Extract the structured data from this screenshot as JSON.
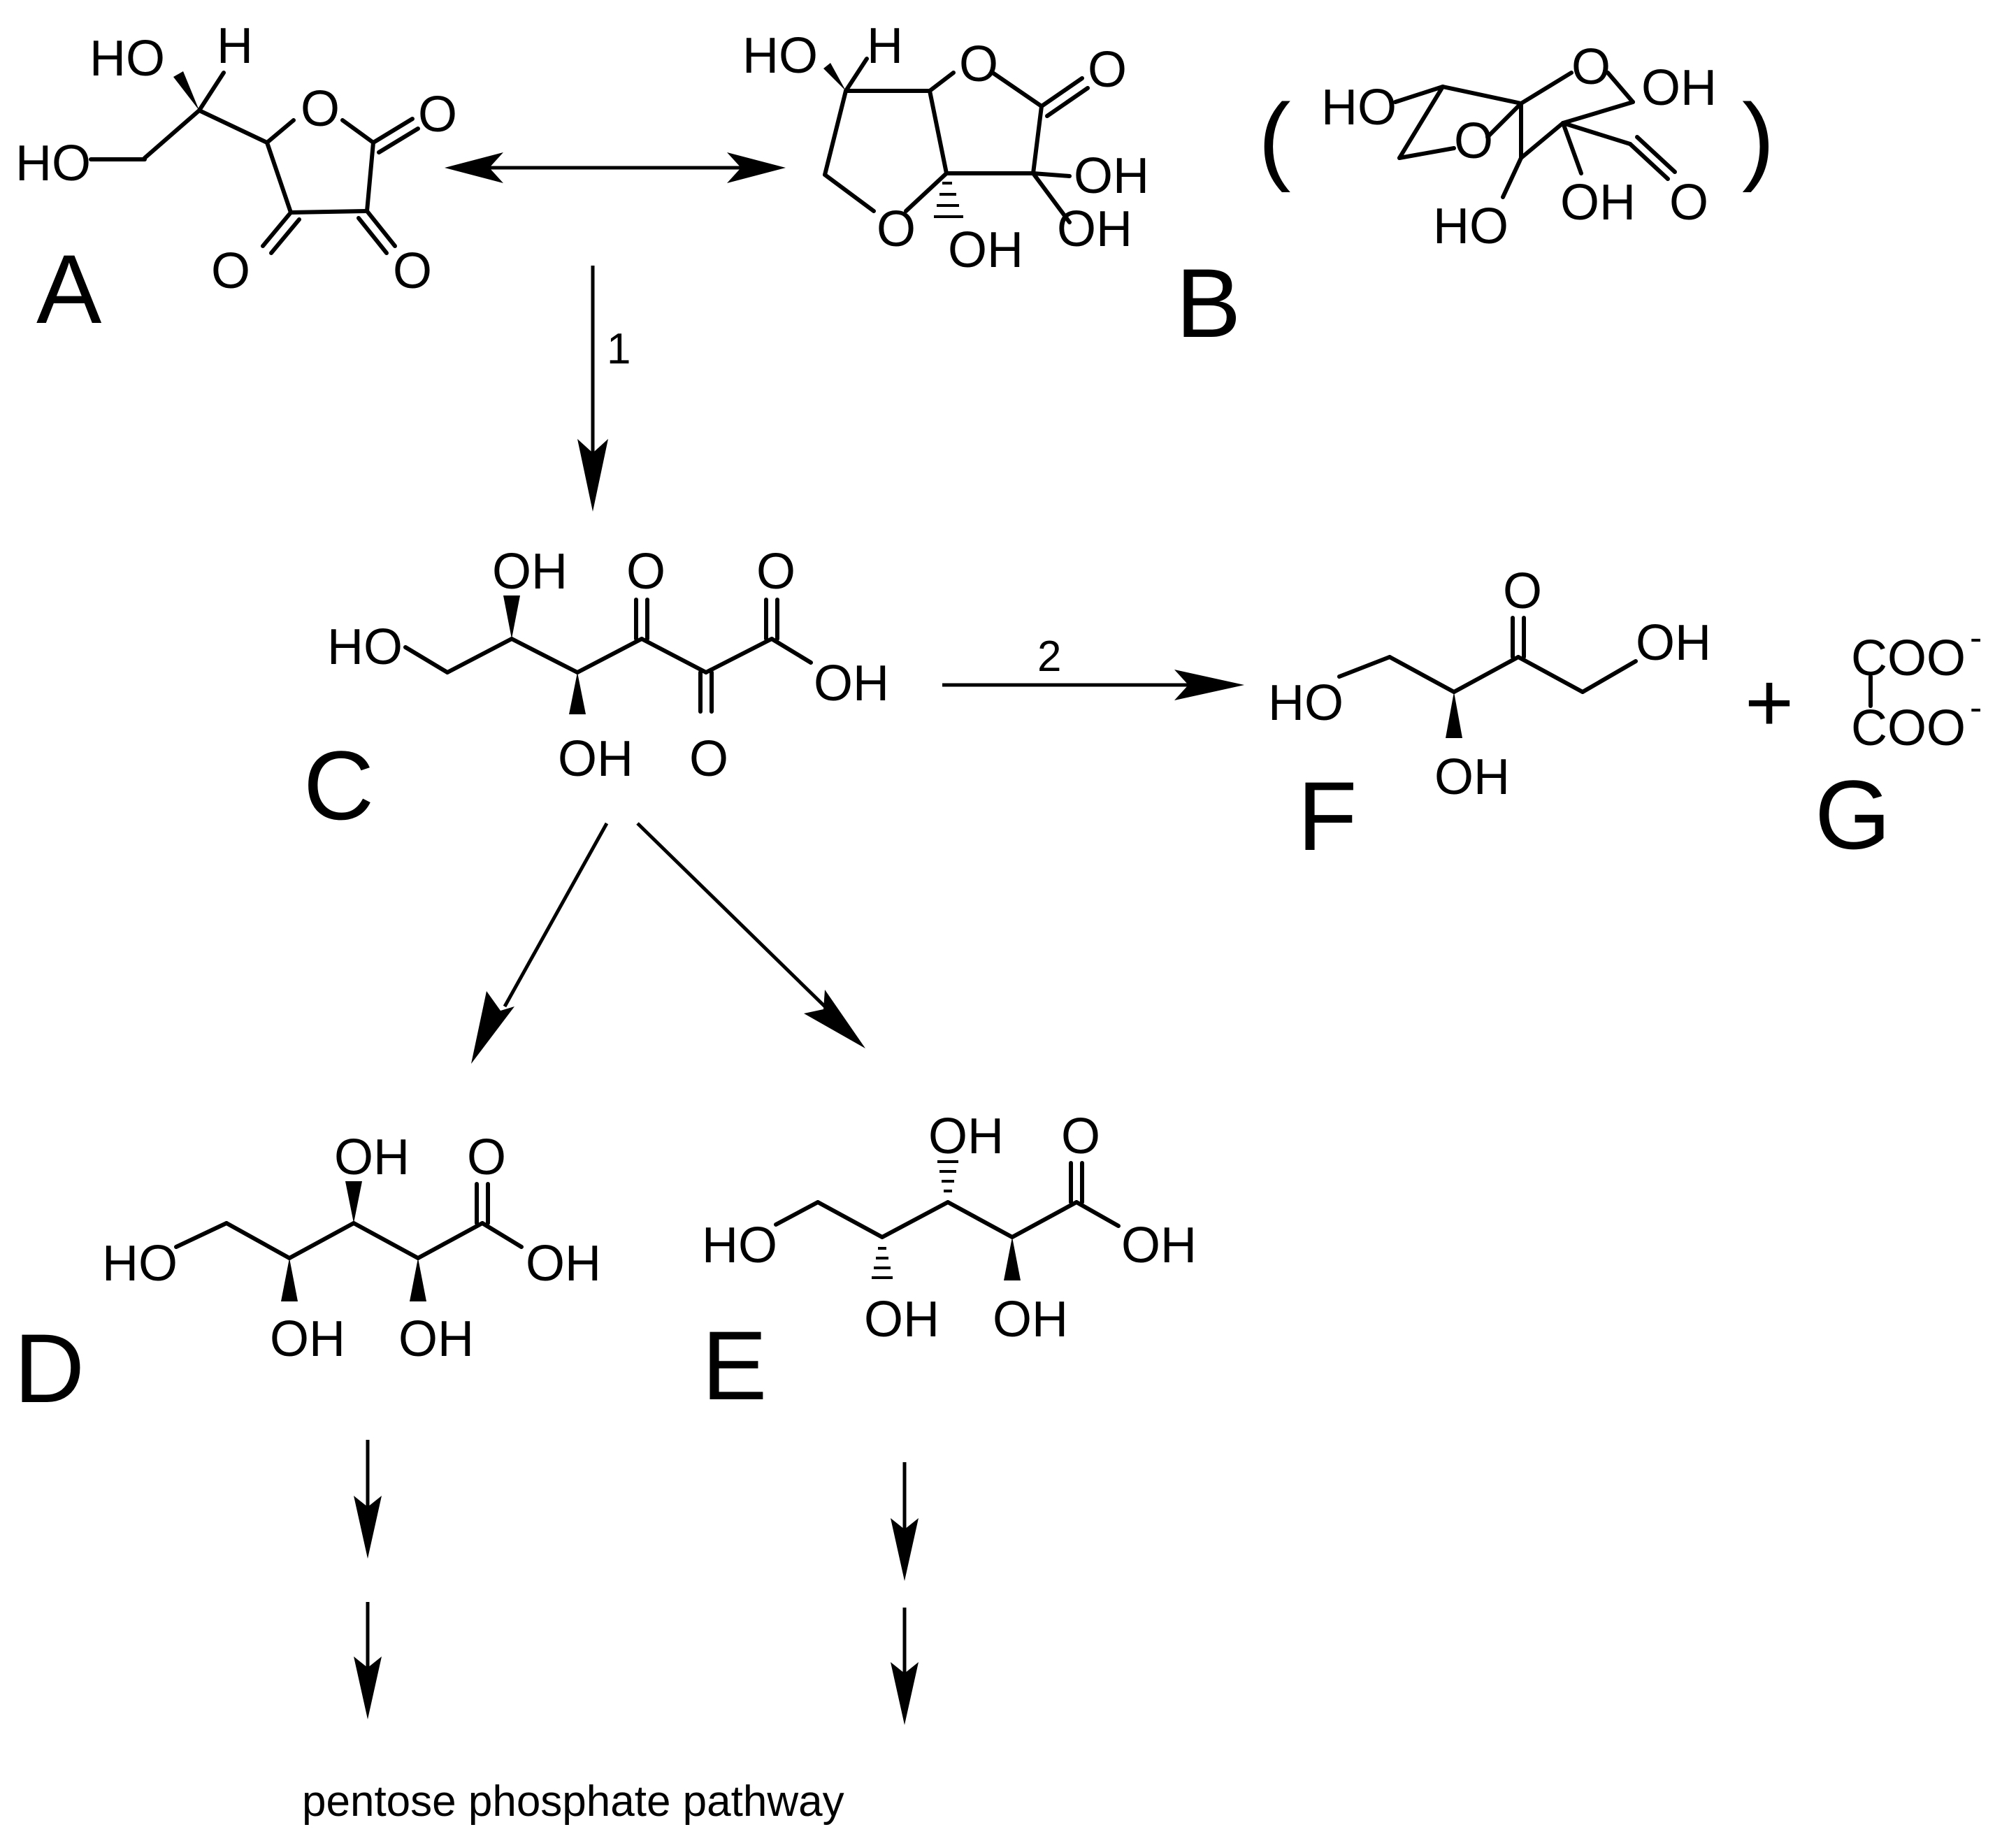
{
  "compounds": {
    "A": {
      "label": "A",
      "atoms": {
        "ho1": "HO",
        "h1": "H",
        "ho2": "HO",
        "o_ring": "O",
        "o_exo": "O",
        "o_b1": "O",
        "o_b2": "O"
      }
    },
    "B": {
      "label": "B",
      "atoms": {
        "ho1": "HO",
        "h1": "H",
        "o_ring1": "O",
        "o_exo": "O",
        "oh1": "OH",
        "oh2": "OH",
        "o_ring2": "O",
        "oh3": "OH"
      }
    },
    "B_alt": {
      "open": "(",
      "close": ")",
      "atoms": {
        "ho1": "HO",
        "o1": "O",
        "oh1": "OH",
        "o2": "O",
        "ho2": "HO",
        "oh2": "OH",
        "o3": "O"
      }
    },
    "C": {
      "label": "C",
      "atoms": {
        "oh1": "OH",
        "o1": "O",
        "o2": "O",
        "ho1": "HO",
        "oh2": "OH",
        "oh3": "OH",
        "o3": "O"
      }
    },
    "D": {
      "label": "D",
      "atoms": {
        "oh1": "OH",
        "o1": "O",
        "ho1": "HO",
        "oh2": "OH",
        "oh3": "OH",
        "oh4": "OH"
      }
    },
    "E": {
      "label": "E",
      "atoms": {
        "oh1": "OH",
        "o1": "O",
        "ho1": "HO",
        "oh2": "OH",
        "oh3": "OH",
        "oh4": "OH"
      }
    },
    "F": {
      "label": "F",
      "atoms": {
        "o1": "O",
        "oh1": "OH",
        "ho1": "HO",
        "oh2": "OH"
      }
    },
    "G": {
      "label": "G",
      "atoms": {
        "coo1": "COO",
        "coo2": "COO",
        "charge1": "-",
        "charge2": "-"
      }
    }
  },
  "reactions": {
    "step1": "1",
    "step2": "2"
  },
  "plus": "+",
  "caption": "pentose phosphate pathway"
}
